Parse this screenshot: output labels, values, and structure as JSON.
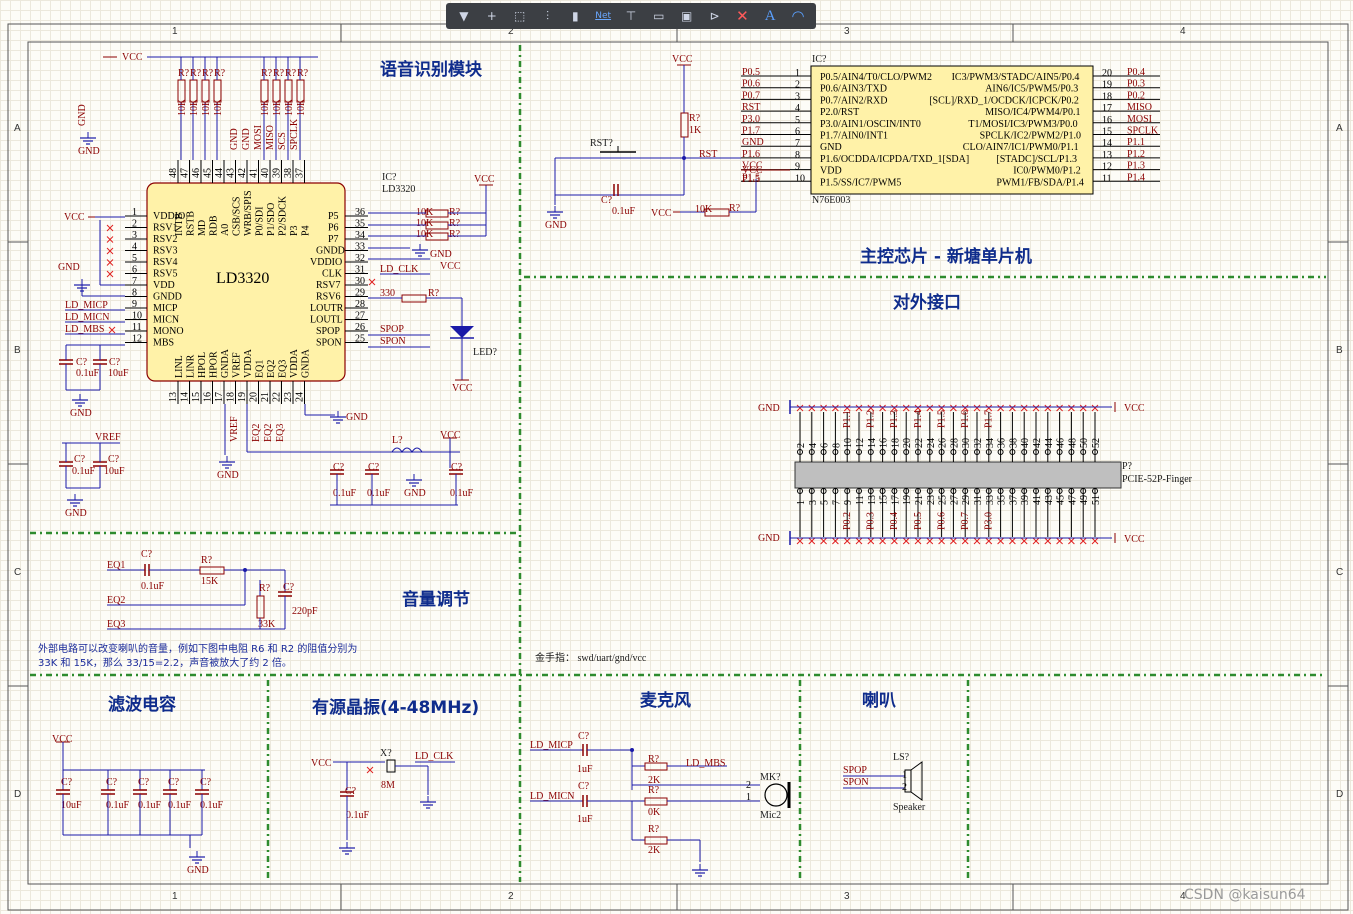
{
  "toolbar": {
    "tools": [
      {
        "name": "filter-icon",
        "glyph": "▼"
      },
      {
        "name": "crosshair-icon",
        "glyph": "+"
      },
      {
        "name": "select-rect-icon",
        "glyph": "⬚"
      },
      {
        "name": "align-icon",
        "glyph": "⫶"
      },
      {
        "name": "component-icon",
        "glyph": "▮"
      },
      {
        "name": "net-label-icon",
        "glyph": "Net"
      },
      {
        "name": "power-port-icon",
        "glyph": "⊤"
      },
      {
        "name": "bus-icon",
        "glyph": "▭"
      },
      {
        "name": "sheet-symbol-icon",
        "glyph": "▣"
      },
      {
        "name": "port-icon",
        "glyph": "⊳"
      },
      {
        "name": "no-erc-icon",
        "glyph": "✕"
      },
      {
        "name": "text-icon",
        "glyph": "A"
      },
      {
        "name": "arc-icon",
        "glyph": "◠"
      }
    ]
  },
  "border": {
    "columns": [
      "1",
      "2",
      "3",
      "4"
    ],
    "rows": [
      "A",
      "B",
      "C",
      "D"
    ]
  },
  "sections": {
    "voice": "语音识别模块",
    "mcu": "主控芯片 - 新塘单片机",
    "interface": "对外接口",
    "volume": "音量调节",
    "filter": "滤波电容",
    "crystal": "有源晶振(4-48MHz)",
    "mic": "麦克风",
    "speaker": "喇叭"
  },
  "notes": {
    "volume_1": "外部电路可以改变喇叭的音量，例如下图中电阻 R6 和 R2 的阻值分别为",
    "volume_2": "33K 和 15K，那么 33/15=2.2，声音被放大了约 2 倍。",
    "programmer": "金手指： swd/uart/gnd/vcc"
  },
  "ld3320": {
    "designator": "IC?",
    "part": "LD3320",
    "name": "LD3320",
    "left_pins": [
      {
        "n": "1",
        "name": "VDDIO"
      },
      {
        "n": "2",
        "name": "RSV1"
      },
      {
        "n": "3",
        "name": "RSV2"
      },
      {
        "n": "4",
        "name": "RSV3"
      },
      {
        "n": "5",
        "name": "RSV4"
      },
      {
        "n": "6",
        "name": "RSV5"
      },
      {
        "n": "7",
        "name": "VDD"
      },
      {
        "n": "8",
        "name": "GNDD"
      },
      {
        "n": "9",
        "name": "MICP"
      },
      {
        "n": "10",
        "name": "MICN"
      },
      {
        "n": "11",
        "name": "MONO"
      },
      {
        "n": "12",
        "name": "MBS"
      }
    ],
    "right_pins": [
      {
        "n": "36",
        "name": "P5"
      },
      {
        "n": "35",
        "name": "P6"
      },
      {
        "n": "34",
        "name": "P7"
      },
      {
        "n": "33",
        "name": "GNDD"
      },
      {
        "n": "32",
        "name": "VDDIO"
      },
      {
        "n": "31",
        "name": "CLK"
      },
      {
        "n": "30",
        "name": "RSV7"
      },
      {
        "n": "29",
        "name": "RSV6"
      },
      {
        "n": "28",
        "name": "LOUTR"
      },
      {
        "n": "27",
        "name": "LOUTL"
      },
      {
        "n": "26",
        "name": "SPOP"
      },
      {
        "n": "25",
        "name": "SPON"
      }
    ],
    "top_pins": [
      {
        "n": "48",
        "name": "INTB"
      },
      {
        "n": "47",
        "name": "RSTB"
      },
      {
        "n": "46",
        "name": "MD"
      },
      {
        "n": "45",
        "name": "RDB"
      },
      {
        "n": "44",
        "name": "A0"
      },
      {
        "n": "43",
        "name": "CSB/SCS"
      },
      {
        "n": "42",
        "name": "WRB/SPIS"
      },
      {
        "n": "41",
        "name": "P0/SDI"
      },
      {
        "n": "40",
        "name": "P1/SDO"
      },
      {
        "n": "39",
        "name": "P2/SDCK"
      },
      {
        "n": "38",
        "name": "P3"
      },
      {
        "n": "37",
        "name": "P4"
      }
    ],
    "bottom_pins": [
      {
        "n": "13",
        "name": "LINL"
      },
      {
        "n": "14",
        "name": "LINR"
      },
      {
        "n": "15",
        "name": "HPOL"
      },
      {
        "n": "16",
        "name": "HPOR"
      },
      {
        "n": "17",
        "name": "GNDA"
      },
      {
        "n": "18",
        "name": "VREF"
      },
      {
        "n": "19",
        "name": "VDDA"
      },
      {
        "n": "20",
        "name": "EQ1"
      },
      {
        "n": "21",
        "name": "EQ2"
      },
      {
        "n": "22",
        "name": "EQ3"
      },
      {
        "n": "23",
        "name": "VDDA"
      },
      {
        "n": "24",
        "name": "GNDA"
      }
    ],
    "top_nets": [
      "GND",
      "GND",
      "MOSI",
      "MISO",
      "SCS",
      "SPCLK"
    ],
    "bottom_nets": [
      "VREF",
      "EQ2",
      "EQ2",
      "EQ3"
    ],
    "left_nets": [
      "LD_MICP",
      "LD_MICN",
      "LD_MBS"
    ],
    "right_nets": {
      "clk": "LD_CLK",
      "spop": "SPOP",
      "spon": "SPON"
    }
  },
  "n76e003": {
    "designator": "IC?",
    "part": "N76E003",
    "left_pins": [
      {
        "n": "1",
        "name": "P0.5/AIN4/T0/CLO/PWM2",
        "net": "P0.5"
      },
      {
        "n": "2",
        "name": "P0.6/AIN3/TXD",
        "net": "P0.6"
      },
      {
        "n": "3",
        "name": "P0.7/AIN2/RXD",
        "net": "P0.7"
      },
      {
        "n": "4",
        "name": "P2.0/RST",
        "net": "RST"
      },
      {
        "n": "5",
        "name": "P3.0/AIN1/OSCIN/INT0",
        "net": "P3.0"
      },
      {
        "n": "6",
        "name": "P1.7/AIN0/INT1",
        "net": "P1.7"
      },
      {
        "n": "7",
        "name": "GND",
        "net": "GND"
      },
      {
        "n": "8",
        "name": "P1.6/OCDDA/ICPDA/TXD_1[SDA]",
        "net": "P1.6"
      },
      {
        "n": "9",
        "name": "VDD",
        "net": "VCC"
      },
      {
        "n": "10",
        "name": "P1.5/SS/IC7/PWM5",
        "net": "P1.5"
      }
    ],
    "right_pins": [
      {
        "n": "20",
        "name": "IC3/PWM3/STADC/AIN5/P0.4",
        "net": "P0.4"
      },
      {
        "n": "19",
        "name": "AIN6/IC5/PWM5/P0.3",
        "net": "P0.3"
      },
      {
        "n": "18",
        "name": "[SCL]/RXD_1/OCDCK/ICPCK/P0.2",
        "net": "P0.2"
      },
      {
        "n": "17",
        "name": "MISO/IC4/PWM4/P0.1",
        "net": "MISO"
      },
      {
        "n": "16",
        "name": "T1/MOSI/IC3/PWM3/P0.0",
        "net": "MOSI"
      },
      {
        "n": "15",
        "name": "SPCLK/IC2/PWM2/P1.0",
        "net": "SPCLK"
      },
      {
        "n": "14",
        "name": "CLO/AIN7/IC1/PWM0/P1.1",
        "net": "P1.1"
      },
      {
        "n": "13",
        "name": "[STADC]/SCL/P1.3",
        "net": "P1.2"
      },
      {
        "n": "12",
        "name": "IC0/PWM0/P1.2",
        "net": "P1.3"
      },
      {
        "n": "11",
        "name": "PWM1/FB/SDA/P1.4",
        "net": "P1.4"
      }
    ]
  },
  "connector": {
    "designator": "P?",
    "part": "PCIE-52P-Finger",
    "top_nums": [
      "2",
      "4",
      "6",
      "8",
      "10",
      "12",
      "14",
      "16",
      "18",
      "20",
      "22",
      "24",
      "26",
      "28",
      "30",
      "32",
      "34",
      "36",
      "38",
      "40",
      "42",
      "44",
      "46",
      "48",
      "50",
      "52"
    ],
    "bottom_nums": [
      "1",
      "3",
      "5",
      "7",
      "9",
      "11",
      "13",
      "15",
      "17",
      "19",
      "21",
      "23",
      "25",
      "27",
      "29",
      "31",
      "33",
      "35",
      "37",
      "39",
      "41",
      "43",
      "45",
      "47",
      "49",
      "51"
    ],
    "top_nets": [
      "P1.1",
      "P1.2",
      "P1.3",
      "P1.4",
      "P1.5",
      "P1.6",
      "P1.7"
    ],
    "bottom_nets": [
      "P0.2",
      "P0.3",
      "P0.4",
      "P0.5",
      "P0.6",
      "P0.7",
      "P3.0"
    ],
    "gnd": "GND",
    "vcc": "VCC"
  },
  "labels": {
    "vcc": "VCC",
    "gnd": "GND",
    "rst": "RST",
    "rst_btn": "RST?",
    "led": "LED?",
    "r330": "330",
    "r1k": "1K",
    "r10k": "10K",
    "rq": "R?",
    "cq": "C?",
    "lq": "L?",
    "xq": "X?",
    "mkq": "MK?",
    "lsq": "LS?",
    "c01": "0.1uF",
    "c10": "10uF",
    "c1u": "1uF",
    "c220": "220pF",
    "r15k": "15K",
    "r33k": "33K",
    "r2k": "2K",
    "r0k": "0K",
    "x8m": "8M",
    "mic2": "Mic2",
    "spk": "Speaker",
    "eq1": "EQ1",
    "eq2": "EQ2",
    "eq3": "EQ3",
    "vref": "VREF",
    "ldclk": "LD_CLK",
    "ldmbs": "LD_MBS",
    "ldmicp": "LD_MICP",
    "ldmicn": "LD_MICN",
    "spop": "SPOP",
    "spon": "SPON",
    "p15": "P1.5"
  },
  "watermark": "CSDN @kaisun64",
  "colors": {
    "wire": "#1a1aa8",
    "part": "#8b0000",
    "body": "#fff2a8",
    "section": "#0f2c8c",
    "divider": "#2e8b2e"
  }
}
